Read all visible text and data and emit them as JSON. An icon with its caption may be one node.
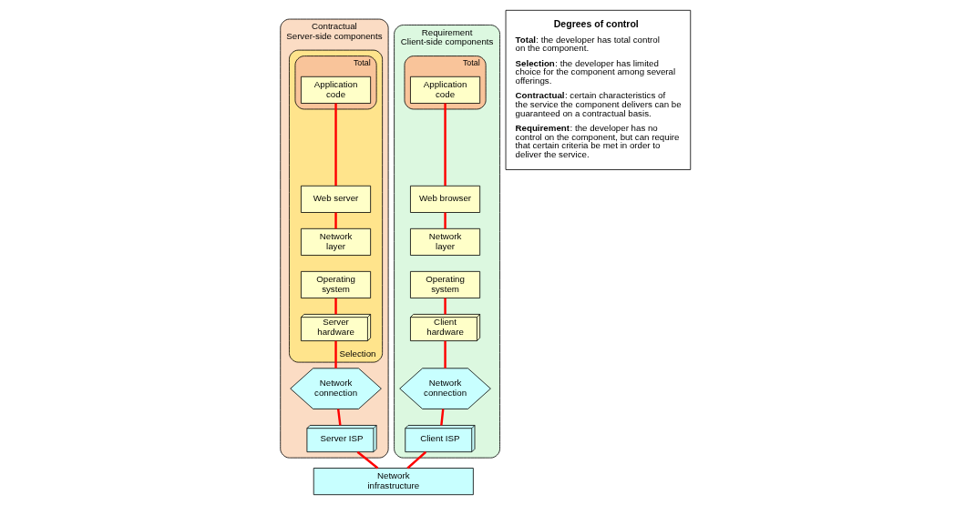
{
  "diagram": {
    "nodes": [
      {
        "text": [
          "Contractual",
          "Server-side components"
        ]
      },
      {
        "text": [
          "Selection"
        ],
        "in": 0
      },
      {
        "text": [
          "Total"
        ],
        "in": 1
      },
      {
        "text": [
          "Application code"
        ],
        "in": 2
      },
      {
        "text": [
          "Web server"
        ],
        "in": 1
      },
      {
        "text": [
          "Network layer"
        ],
        "in": 1
      },
      {
        "text": [
          "Operating system"
        ],
        "in": 1
      },
      {
        "text": [
          "Server hardware"
        ],
        "in": 1
      },
      {
        "text": [
          "Network connection"
        ],
        "in": 0
      },
      {
        "text": [
          "Server ISP"
        ],
        "in": 0
      },
      {
        "text": [
          "Degrees of control",
          "**Total**: the developer has total control on the component.",
          "**Selection**: the developer has limited choice for the component among several offerings.",
          "**Contractual**: certain characteristics of the service the component delivers can be guaranteed on a contractual basis.",
          "**Requirement**: the developer has no control on the component, but can require that certain criteria be met in order to deliver the service."
        ]
      },
      {
        "text": [
          "Network infrastructure"
        ]
      },
      {
        "text": [
          "Requirement",
          "Client-side components"
        ]
      },
      {
        "text": [
          "Total"
        ],
        "in": 12
      },
      {
        "text": [
          "Application code"
        ],
        "in": 13
      },
      {
        "text": [
          "Web browser"
        ],
        "in": 12
      },
      {
        "text": [
          "Network layer"
        ],
        "in": 12
      },
      {
        "text": [
          "Operating system"
        ],
        "in": 12
      },
      {
        "text": [
          "Client hardware"
        ],
        "in": 12
      },
      {
        "text": [
          "Client ISP"
        ],
        "in": 12
      },
      {
        "text": [
          "Network connection"
        ],
        "in": 12
      }
    ],
    "edges": [
      {
        "from": 3,
        "to": 4,
        "arrow": "none"
      },
      {
        "from": 4,
        "to": 5,
        "arrow": "none"
      },
      {
        "from": 6,
        "to": 7,
        "arrow": "none"
      },
      {
        "from": 7,
        "to": 8,
        "arrow": "none"
      },
      {
        "from": 8,
        "to": 9,
        "arrow": "none"
      },
      {
        "from": 9,
        "to": 11,
        "arrow": "none"
      },
      {
        "from": 14,
        "to": 15,
        "arrow": "none"
      },
      {
        "from": 15,
        "to": 16,
        "arrow": "none"
      },
      {
        "from": 17,
        "to": 18,
        "arrow": "none"
      },
      {
        "from": 18,
        "to": 20,
        "arrow": "none"
      },
      {
        "from": 20,
        "to": 19,
        "arrow": "none"
      },
      {
        "from": 19,
        "to": 11,
        "arrow": "none"
      }
    ]
  }
}
